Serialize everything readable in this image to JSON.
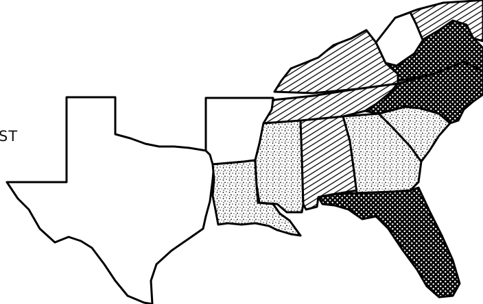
{
  "map": {
    "label_text": "ST",
    "colors": {
      "ink": "#000000",
      "paper": "#ffffff"
    },
    "states": [
      {
        "id": "texas",
        "pattern": "none"
      },
      {
        "id": "arkansas",
        "pattern": "none"
      },
      {
        "id": "louisiana",
        "pattern": "stipple"
      },
      {
        "id": "mississippi",
        "pattern": "stipple"
      },
      {
        "id": "alabama",
        "pattern": "hatch"
      },
      {
        "id": "georgia",
        "pattern": "stipple"
      },
      {
        "id": "south-carolina",
        "pattern": "stipple"
      },
      {
        "id": "florida",
        "pattern": "dark-dots"
      },
      {
        "id": "tennessee",
        "pattern": "hatch"
      },
      {
        "id": "kentucky",
        "pattern": "hatch"
      },
      {
        "id": "north-carolina",
        "pattern": "dark-dots"
      },
      {
        "id": "virginia",
        "pattern": "dark-dots"
      },
      {
        "id": "west-virginia",
        "pattern": "none"
      },
      {
        "id": "maryland",
        "pattern": "hatch"
      }
    ]
  }
}
